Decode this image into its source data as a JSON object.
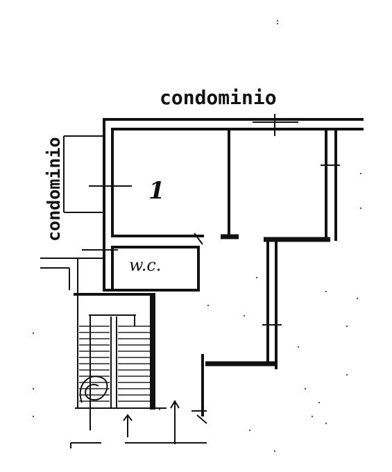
{
  "labels": {
    "condominio_top": "condominio",
    "condominio_left": "condominio",
    "room_number": "1",
    "wc": "w.c."
  },
  "colors": {
    "ink": "#111111",
    "paper": "#ffffff"
  }
}
